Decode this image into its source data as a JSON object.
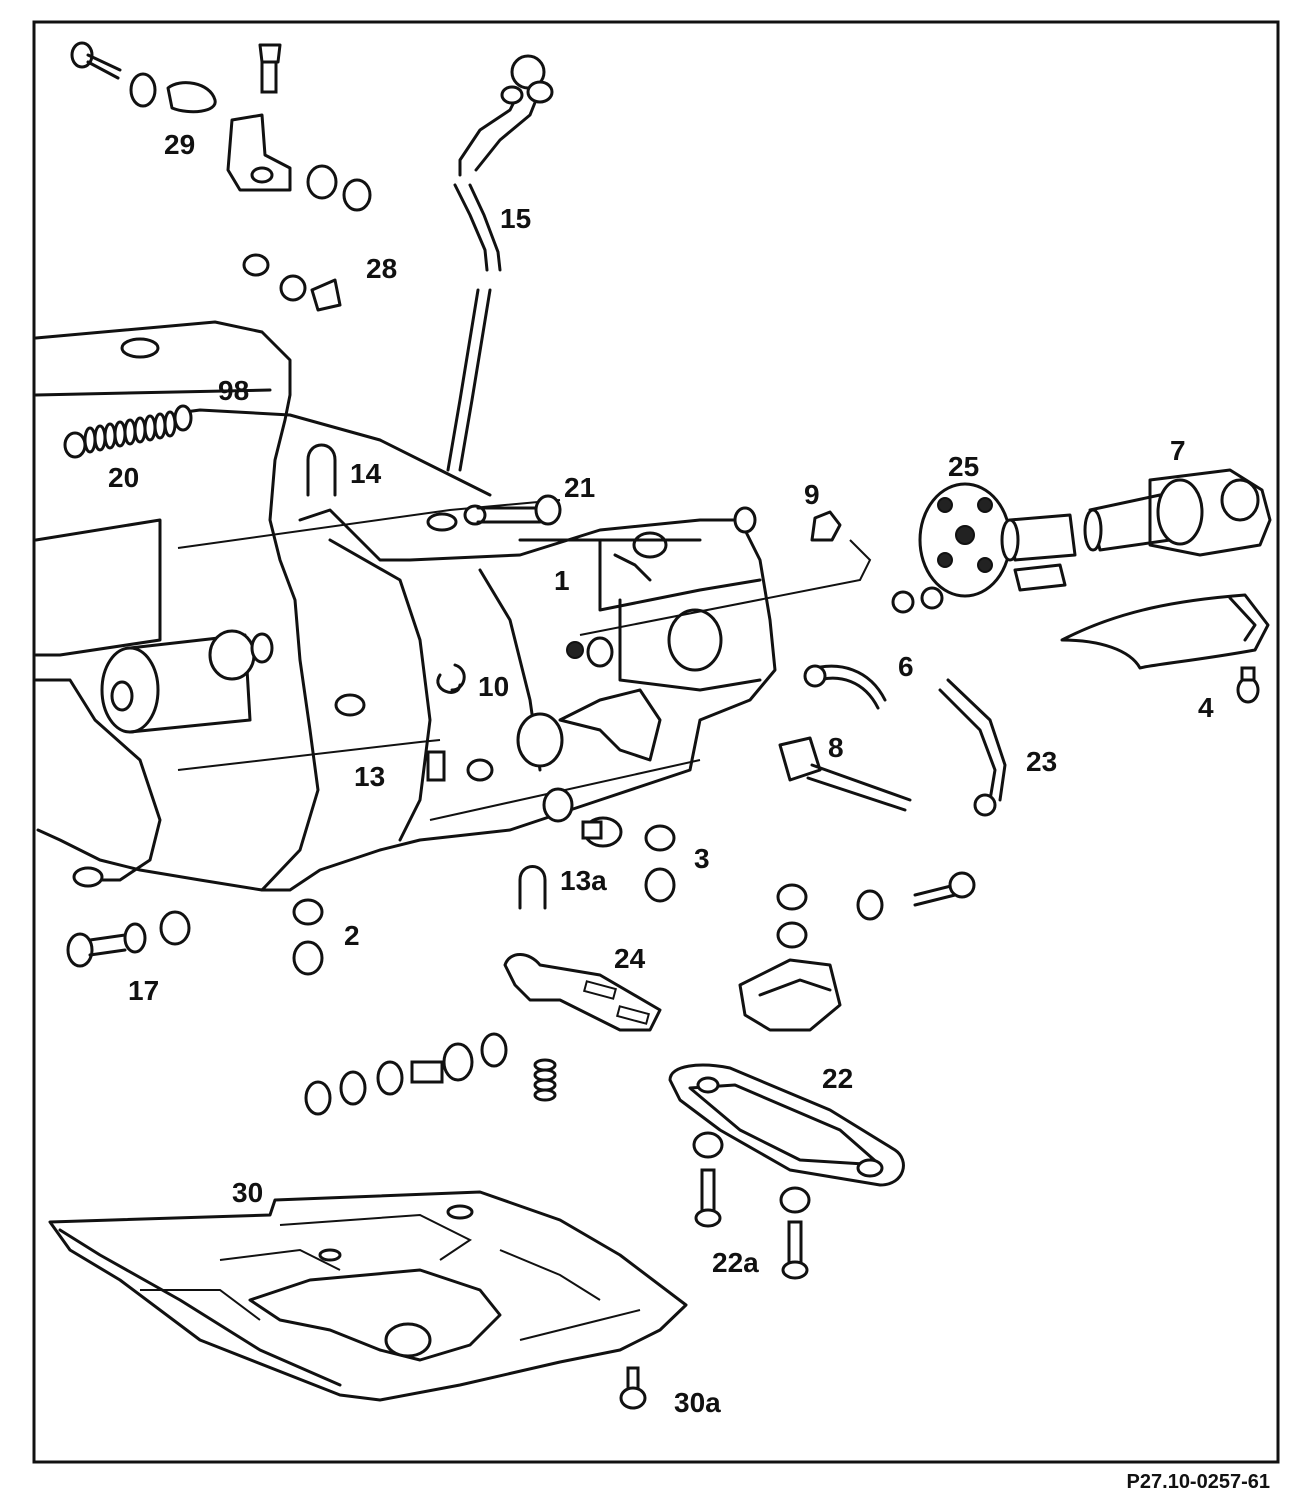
{
  "diagram": {
    "reference_code": "P27.10-0257-61",
    "callouts": {
      "c1": "1",
      "c2": "2",
      "c3": "3",
      "c4": "4",
      "c6": "6",
      "c7": "7",
      "c8": "8",
      "c9": "9",
      "c10": "10",
      "c13": "13",
      "c13a": "13a",
      "c14": "14",
      "c15": "15",
      "c17": "17",
      "c20": "20",
      "c21": "21",
      "c22": "22",
      "c22a": "22a",
      "c23": "23",
      "c24": "24",
      "c25": "25",
      "c28": "28",
      "c29": "29",
      "c30": "30",
      "c30a": "30a",
      "c98": "98"
    }
  }
}
